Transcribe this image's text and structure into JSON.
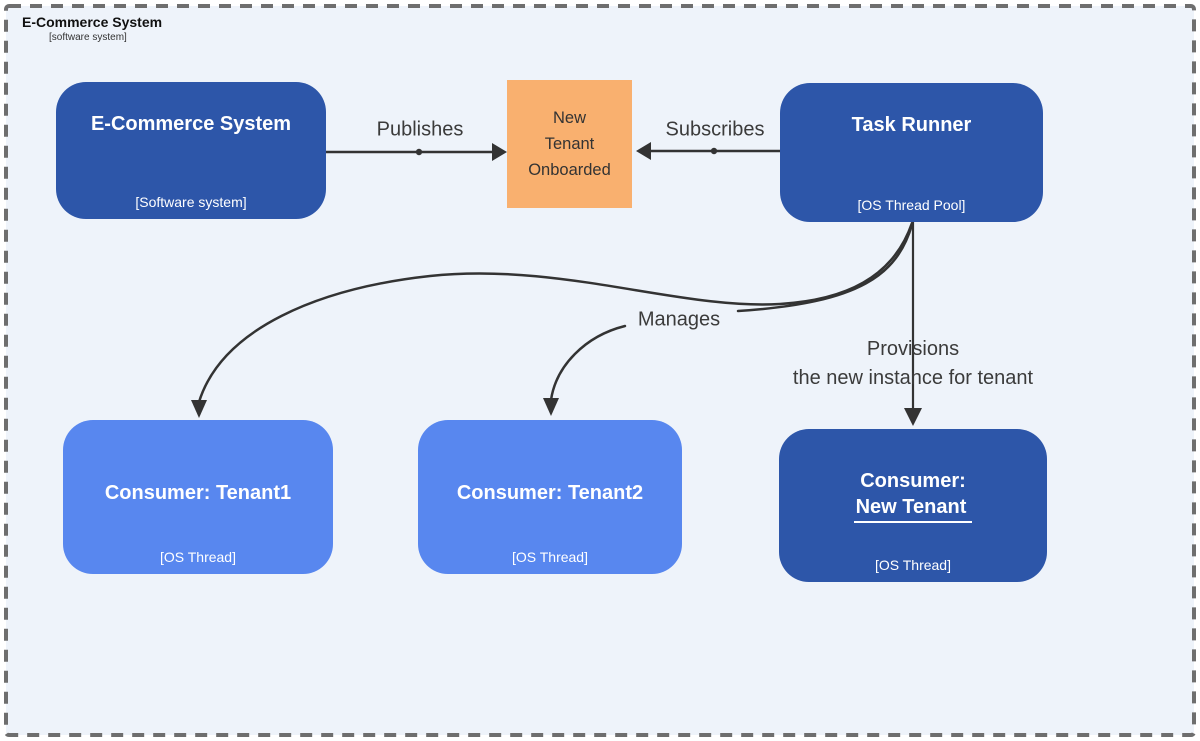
{
  "header": {
    "title": "E-Commerce System",
    "subtitle": "[software system]"
  },
  "nodes": {
    "ecommerce": {
      "title": "E-Commerce System",
      "type": "[Software system]"
    },
    "event_note": {
      "lines": [
        "New",
        "Tenant",
        "Onboarded"
      ]
    },
    "task_runner": {
      "title": "Task Runner",
      "type": "[OS Thread Pool]"
    },
    "tenant1": {
      "title": "Consumer: Tenant1",
      "type": "[OS Thread]"
    },
    "tenant2": {
      "title": "Consumer: Tenant2",
      "type": "[OS Thread]"
    },
    "new_tenant": {
      "title_line1": "Consumer:",
      "title_line2": "New Tenant",
      "type": "[OS Thread]"
    }
  },
  "edges": {
    "publishes": {
      "label": "Publishes"
    },
    "subscribes": {
      "label": "Subscribes"
    },
    "manages": {
      "label": "Manages"
    },
    "provisions": {
      "label_line1": "Provisions",
      "label_line2": "the new instance for tenant"
    }
  },
  "colors": {
    "node_dark_blue": "#2d56a9",
    "node_light_blue": "#5887ef",
    "note_orange": "#f9b06f",
    "canvas_background": "#eef3fa",
    "connector_line": "#333333",
    "dashed_border": "#6e6e6e"
  }
}
